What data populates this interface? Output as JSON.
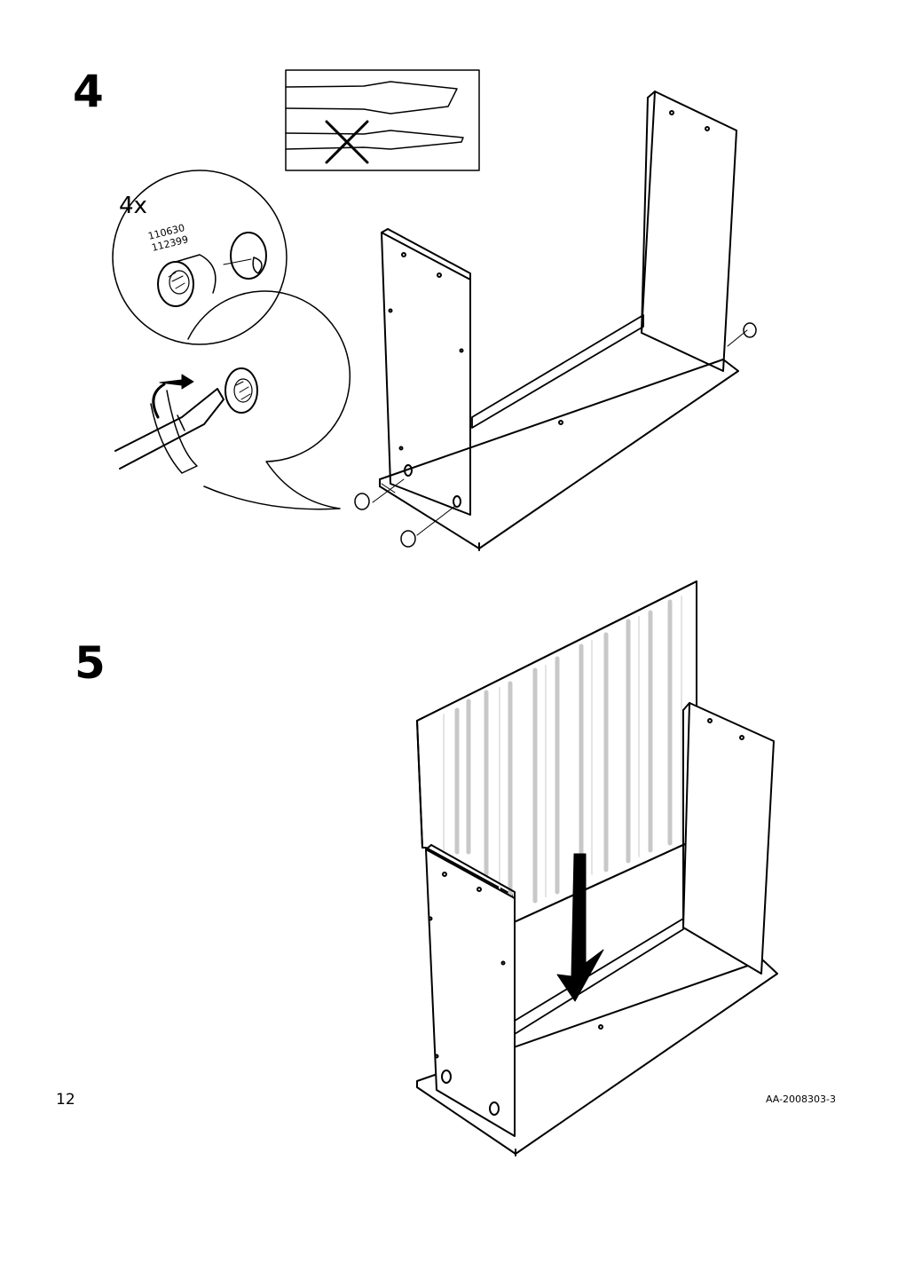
{
  "page": {
    "number": "12",
    "doc_id": "AA-2008303-3"
  },
  "steps": [
    {
      "number": "4",
      "callout": {
        "quantity": "4x",
        "part_numbers": [
          "110630",
          "112399"
        ]
      },
      "icons": [
        "screwdriver-tip-correct-icon",
        "screwdriver-tip-wrong-icon",
        "cam-lock-icon",
        "turn-arrow-icon"
      ]
    },
    {
      "number": "5",
      "icons": [
        "down-arrow-icon"
      ]
    }
  ],
  "colors": {
    "ink": "#000000",
    "panel_stripe": "#c8c8c8"
  }
}
